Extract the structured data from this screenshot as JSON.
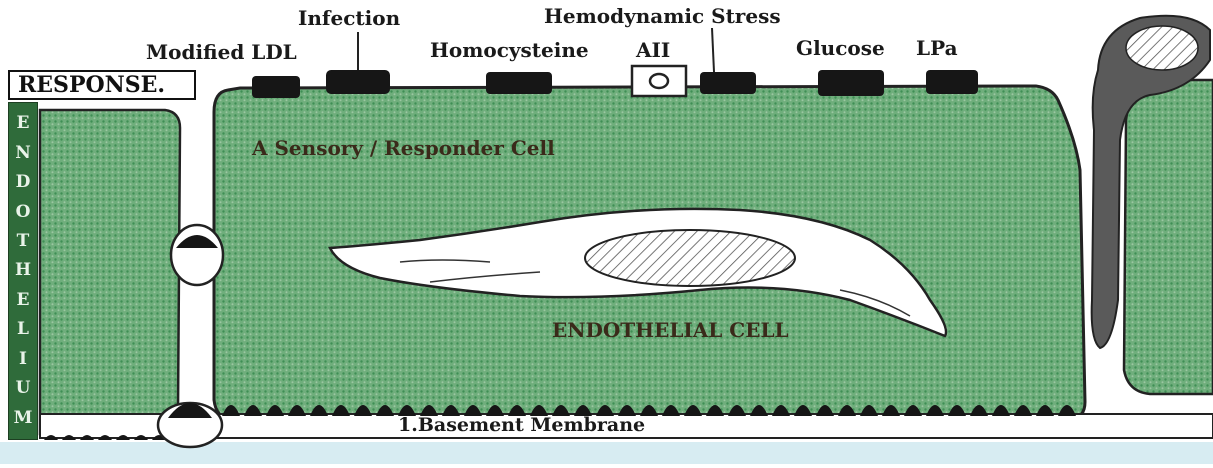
{
  "labels": {
    "infection": "Infection",
    "hemodynamic_stress": "Hemodynamic Stress",
    "modified_ldl": "Modified LDL",
    "homocysteine": "Homocysteine",
    "aii": "AII",
    "glucose": "Glucose",
    "lpa": "LPa",
    "response": "RESPONSE.",
    "sensory_cell": "A Sensory / Responder Cell",
    "endothelial_cell": "ENDOTHELIAL CELL",
    "basement_membrane": "1.Basement Membrane",
    "endothelium_letters": [
      "E",
      "N",
      "D",
      "O",
      "T",
      "H",
      "E",
      "L",
      "I",
      "U",
      "M"
    ]
  },
  "colors": {
    "cell_green": "#3f8f55",
    "endothelium_bar": "#2f6b3a",
    "receptor": "#161616",
    "outline": "#222222",
    "nucleus_hatch": "#555555",
    "lumen_blue": "#cfe7ee"
  }
}
